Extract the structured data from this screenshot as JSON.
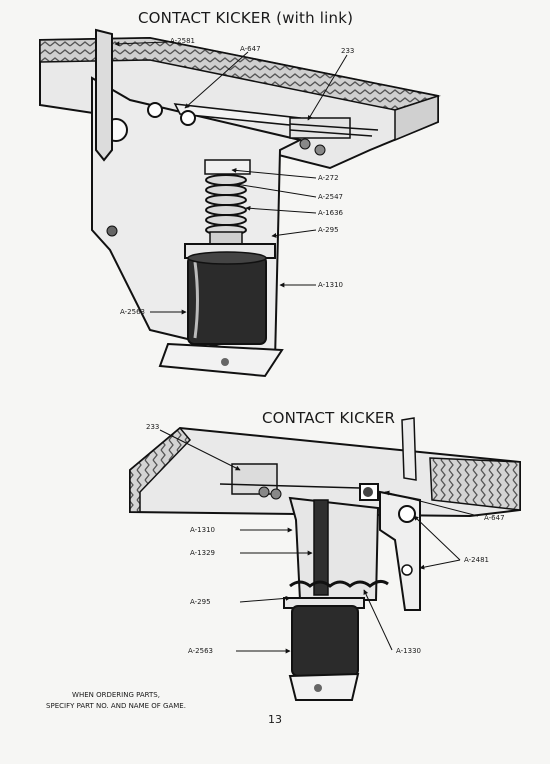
{
  "titles": {
    "top": "CONTACT KICKER (with link)",
    "bottom": "CONTACT KICKER"
  },
  "top_labels": {
    "a2581": "A-2581",
    "a647": "A-647",
    "n233": "233",
    "a272": "A-272",
    "a2547": "A-2547",
    "a1636": "A-1636",
    "a295": "A-295",
    "a1310": "A-1310",
    "a2563": "A-2563"
  },
  "bottom_labels": {
    "n233": "233",
    "a647": "A-647",
    "a2481": "A-2481",
    "a1310": "A-1310",
    "a1329": "A-1329",
    "a295": "A-295",
    "a1330": "A-1330",
    "a2563": "A-2563"
  },
  "footer": {
    "line1": "WHEN ORDERING PARTS,",
    "line2": "SPECIFY PART NO. AND NAME OF GAME."
  },
  "page_number": "13"
}
